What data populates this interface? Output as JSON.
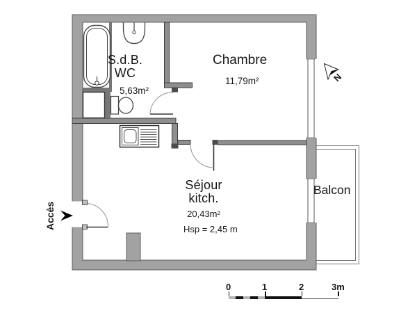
{
  "rooms": {
    "bathroom": {
      "label_line1": "S.d.B.",
      "label_line2": "WC",
      "area": "5,63m²"
    },
    "bedroom": {
      "label": "Chambre",
      "area": "11,79m²"
    },
    "living_kitchen": {
      "label_line1": "Séjour",
      "label_line2": "kitch.",
      "area": "20,43m²",
      "ceiling_height": "Hsp = 2,45 m"
    },
    "balcony": {
      "label": "Balcon"
    }
  },
  "annotations": {
    "entrance": "Accès",
    "north": "N"
  },
  "scale_bar": {
    "tick_labels": [
      "0",
      "1",
      "2",
      "3m"
    ]
  },
  "colors": {
    "wall_fill": "#a2a2a2",
    "wall_outline": "#5c5c5c",
    "partition_fill": "#8e8e8e",
    "jamb": "#4b4b4b",
    "line": "#333333",
    "background": "#ffffff"
  }
}
